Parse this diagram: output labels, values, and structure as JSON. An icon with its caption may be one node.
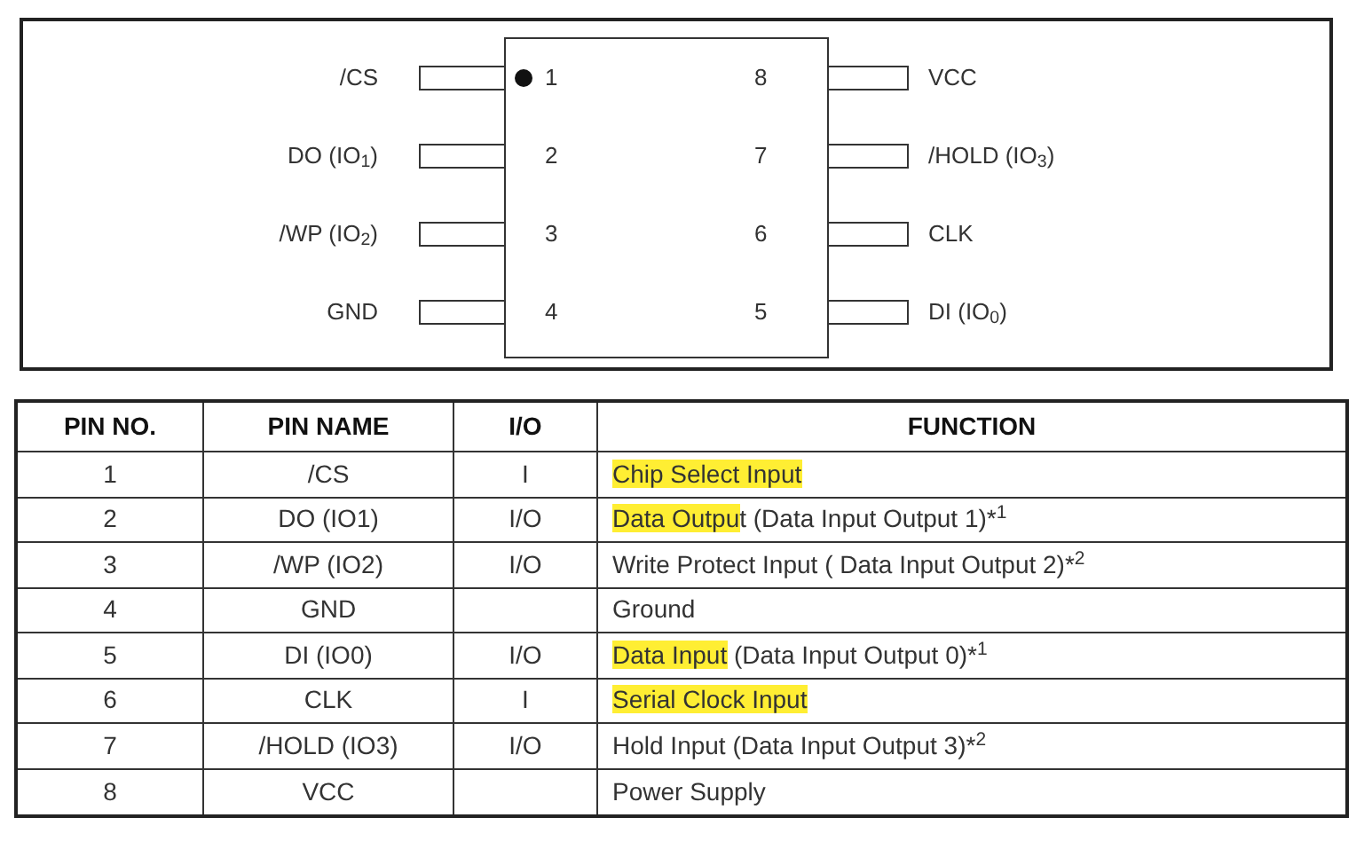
{
  "diagram": {
    "nodes": [
      {
        "text": [
          "1",
          "8",
          "2",
          "7",
          "3",
          "6",
          "4",
          "5"
        ]
      }
    ],
    "labels": [
      "/CS",
      "VCC",
      "DO (IO$_{1}$)",
      "/HOLD (IO$_{3}$)",
      "/WP (IO$_{2}$)",
      "CLK",
      "GND",
      "DI (IO$_{0}$)",
      "PIN NO.",
      "PIN NAME",
      "I/O",
      "FUNCTION",
      "1",
      "/CS",
      "I",
      "Chip Select Input",
      "2",
      "DO (IO1)",
      "I/O",
      "Data Output (Data Input Output 1)*$^{1}$",
      "3",
      "/WP (IO2)",
      "I/O",
      "Write Protect Input ( Data Input Output 2)*$^{2}$",
      "4",
      "GND",
      "Ground",
      "5",
      "DI (IO0)",
      "I/O",
      "Data Input (Data Input Output 0)*$^{1}$",
      "6",
      "CLK",
      "I",
      "Serial Clock Input",
      "7",
      "/HOLD (IO3)",
      "I/O",
      "Hold Input (Data Input Output 3)*$^{2}$",
      "8",
      "VCC",
      "Power Supply"
    ]
  }
}
